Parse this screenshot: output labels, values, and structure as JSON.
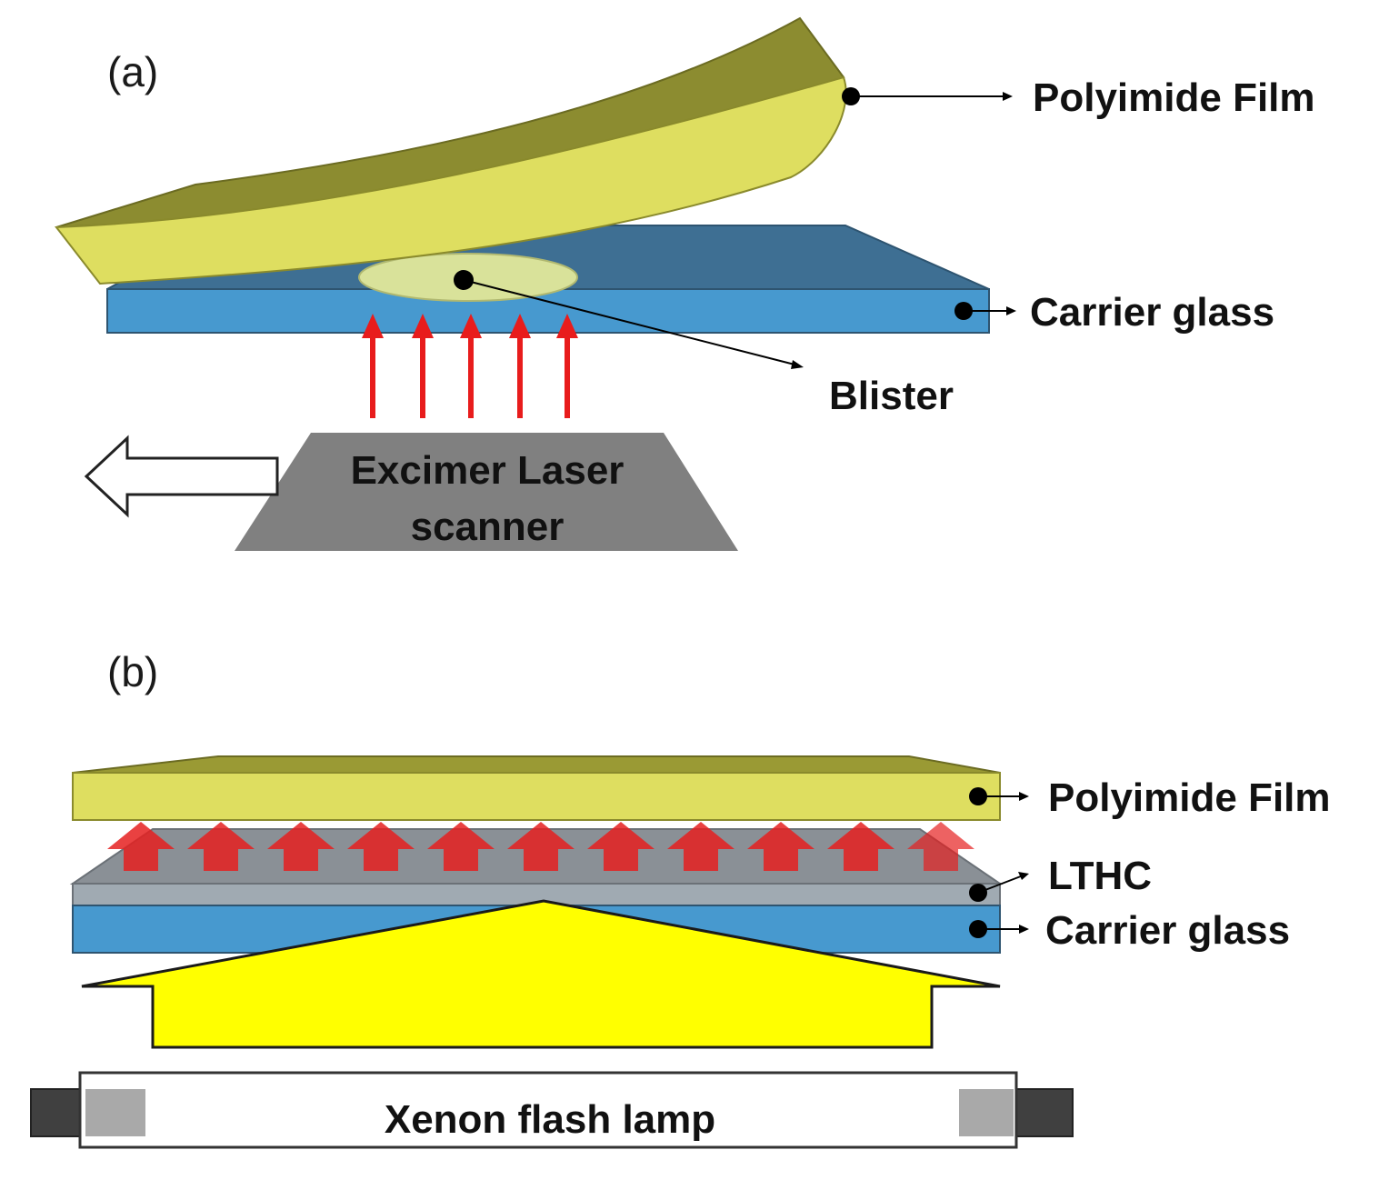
{
  "panel_a": {
    "tag": "(a)",
    "polyimide_label": "Polyimide Film",
    "carrier_label": "Carrier glass",
    "blister_label": "Blister",
    "laser_label_line1": "Excimer Laser",
    "laser_label_line2": "scanner"
  },
  "panel_b": {
    "tag": "(b)",
    "polyimide_label": "Polyimide Film",
    "lthc_label": "LTHC",
    "carrier_label": "Carrier glass",
    "lamp_label": "Xenon flash lamp"
  },
  "colors": {
    "film_face": "#dede60",
    "film_top": "#9a9a34",
    "film_side": "#8c8c30",
    "glass_face": "#4799cf",
    "glass_top": "#3e6f93",
    "lthc_face": "#a0aab2",
    "lthc_top": "#8a9096",
    "blister": "#d9e29a",
    "laser_arrow": "#e81c1c",
    "heat_arrow": "#e52020",
    "flash_light": "#ffff00",
    "scanner": "#808080",
    "lamp_cap": "#404040",
    "lamp_electrode": "#a9a9a9"
  }
}
